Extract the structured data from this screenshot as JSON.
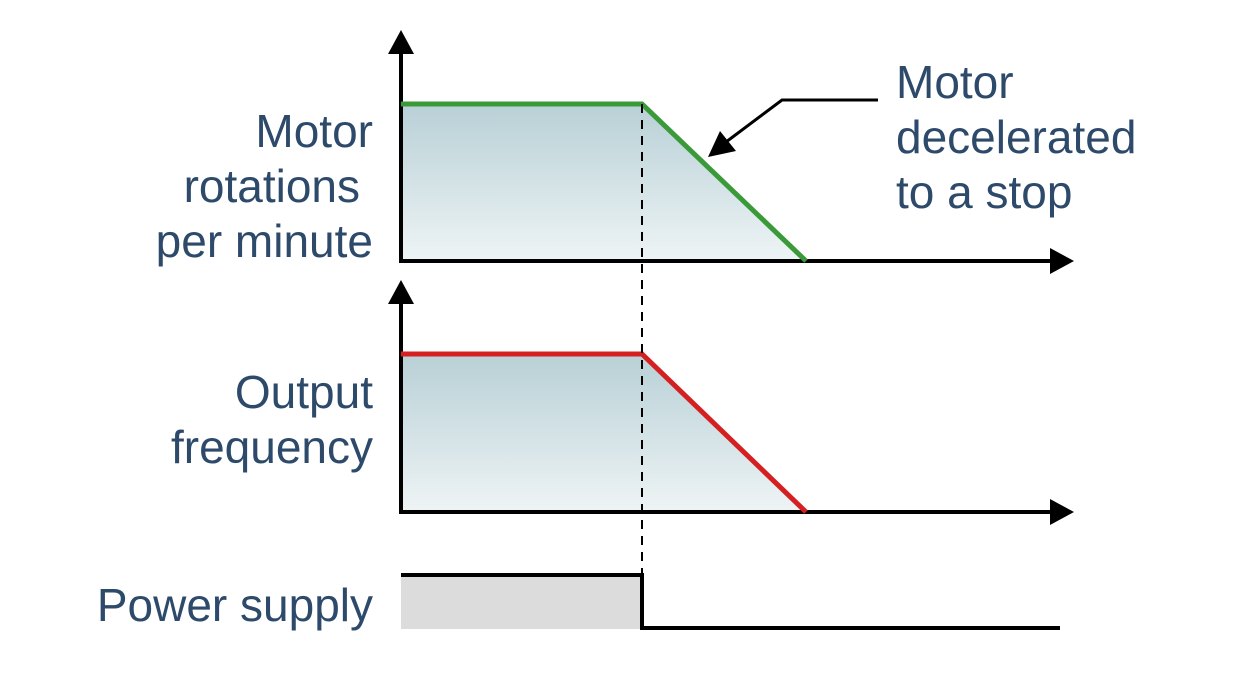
{
  "labels": {
    "rpm_line1": "Motor",
    "rpm_line2": "rotations",
    "rpm_line3": "per minute",
    "freq_line1": "Output",
    "freq_line2": "frequency",
    "power": "Power supply"
  },
  "annotation": {
    "line1": "Motor",
    "line2": "decelerated",
    "line3": "to a stop"
  },
  "colors": {
    "rpm_line": "#3a9a3a",
    "freq_line": "#d42020",
    "label_text": "#2e4a6b",
    "fill_top": "#b8d0d6",
    "fill_bottom": "#eef4f5",
    "power_fill": "#dcdcdc"
  }
}
